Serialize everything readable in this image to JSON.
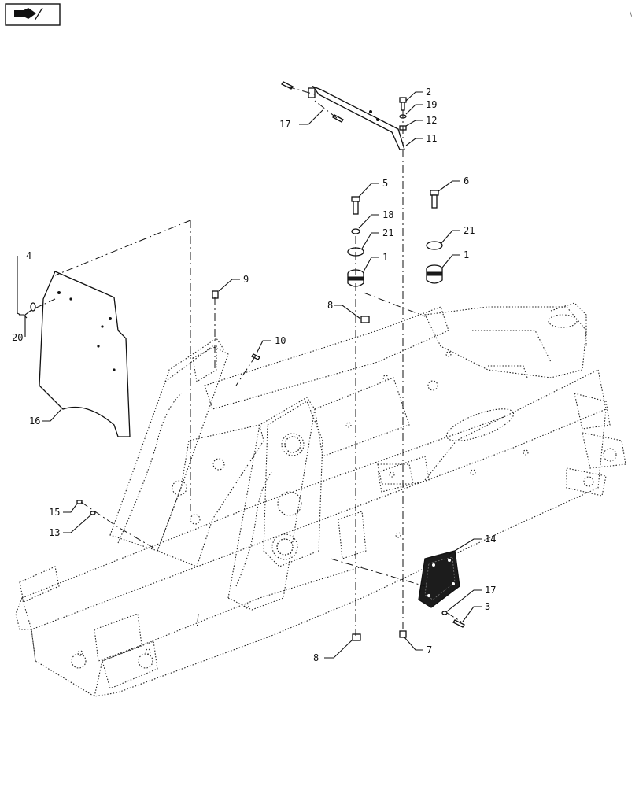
{
  "diagram": {
    "callouts": [
      {
        "id": "c2",
        "text": "2"
      },
      {
        "id": "c19",
        "text": "19"
      },
      {
        "id": "c12",
        "text": "12"
      },
      {
        "id": "c11",
        "text": "11"
      },
      {
        "id": "c17a",
        "text": "17"
      },
      {
        "id": "c5",
        "text": "5"
      },
      {
        "id": "c6",
        "text": "6"
      },
      {
        "id": "c18",
        "text": "18"
      },
      {
        "id": "c21a",
        "text": "21"
      },
      {
        "id": "c21b",
        "text": "21"
      },
      {
        "id": "c1a",
        "text": "1"
      },
      {
        "id": "c1b",
        "text": "1"
      },
      {
        "id": "c8a",
        "text": "8"
      },
      {
        "id": "c9",
        "text": "9"
      },
      {
        "id": "c10",
        "text": "10"
      },
      {
        "id": "c4",
        "text": "4"
      },
      {
        "id": "c20",
        "text": "20"
      },
      {
        "id": "c16",
        "text": "16"
      },
      {
        "id": "c15",
        "text": "15"
      },
      {
        "id": "c13",
        "text": "13"
      },
      {
        "id": "c14",
        "text": "14"
      },
      {
        "id": "c17b",
        "text": "17"
      },
      {
        "id": "c3",
        "text": "3"
      },
      {
        "id": "c8b",
        "text": "8"
      },
      {
        "id": "c7",
        "text": "7"
      }
    ]
  }
}
